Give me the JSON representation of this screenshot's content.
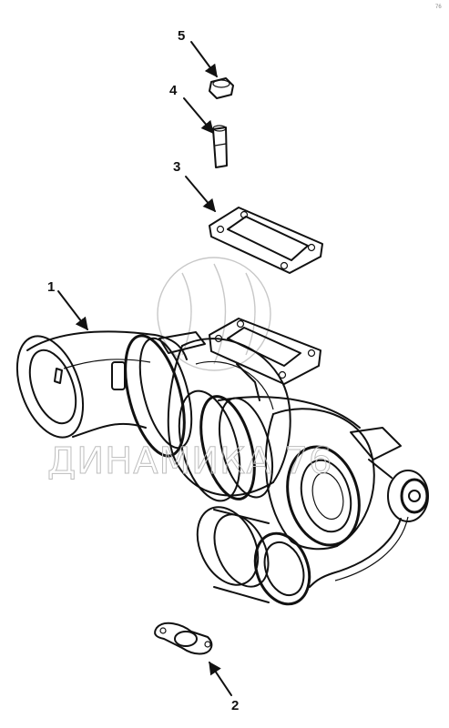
{
  "diagram": {
    "watermark": "ДИНАМИКА 76",
    "corner_mark": "76",
    "callouts": [
      {
        "id": "1",
        "label": "1"
      },
      {
        "id": "2",
        "label": "2"
      },
      {
        "id": "3",
        "label": "3"
      },
      {
        "id": "4",
        "label": "4"
      },
      {
        "id": "5",
        "label": "5"
      }
    ]
  }
}
